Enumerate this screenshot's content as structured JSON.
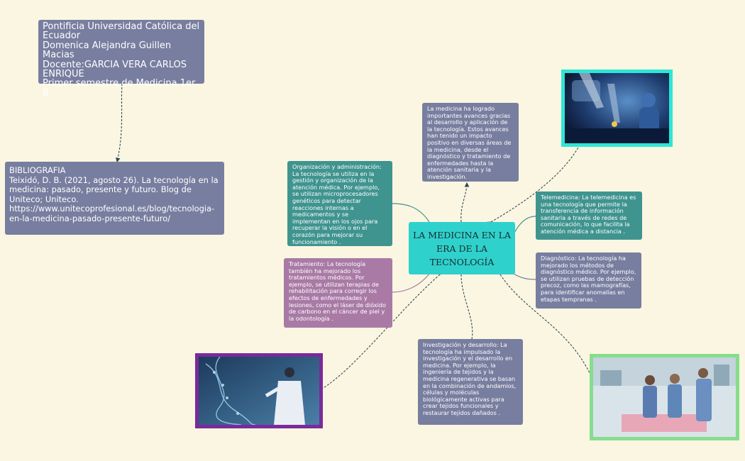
{
  "header": {
    "lines": [
      "Pontificia Universidad Católica del Ecuador",
      "Domenica Alejandra Guillen Macias",
      " Docente:GARCIA VERA CARLOS ENRIQUE",
      "Primer semestre de Medicina 1er B"
    ]
  },
  "bibliography": {
    "title": "BIBLIOGRAFIA",
    "citation": "Teixidó, D. B. (2021, agosto 26). La tecnología en la medicina: pasado, presente y futuro. Blog de Uniteco; Uniteco.",
    "url": "https://www.unitecoprofesional.es/blog/tecnologia-en-la-medicina-pasado-presente-futuro/"
  },
  "center": {
    "title": "LA MEDICINA EN LA ERA DE LA TECNOLOGÍA"
  },
  "nodes": {
    "intro": "La medicina ha logrado importantes avances gracias al desarrollo y aplicación de la tecnología. Estos avances han tenido un impacto positivo en diversas áreas de la medicina, desde el diagnóstico y tratamiento de enfermedades hasta la atención sanitaria y la investigación.",
    "organization": "Organización y administración: La tecnología se utiliza en la gestión y organización de la atención médica. Por ejemplo, se utilizan microprocesadores genéticos para detectar reacciones internas a medicamentos y se implementan en los ojos para recuperar la visión o en el corazón para mejorar su funcionamiento .",
    "telemedicine": "Telemedicina: La telemedicina es una tecnología que permite la transferencia de información sanitaria a través de redes de comunicación, lo que facilita la atención médica a distancia .",
    "diagnosis": "Diagnóstico: La tecnología ha mejorado los métodos de diagnóstico médico. Por ejemplo, se utilizan pruebas de detección precoz, como las mamografías, para identificar anomalías en etapas tempranas .",
    "treatment": "Tratamiento: La tecnología también ha mejorado los tratamientos médicos. Por ejemplo, se utilizan terapias de rehabilitación para corregir los efectos de enfermedades y lesiones, como el láser de dióxido de carbono en el cáncer de piel y la odontología .",
    "research": "Investigación y desarrollo: La tecnología ha impulsado la investigación y el desarrollo en medicina. Por ejemplo, la ingeniería de tejidos y la medicina regenerativa se basan en la combinación de andamios, células y moléculas biológicamente activas para crear tejidos funcionales y restaurar tejidos dañados ."
  },
  "colors": {
    "background": "#fbf6e1",
    "slate": "#787e9f",
    "teal": "#40948f",
    "mauve": "#a97aa6",
    "center": "#2fd1cd",
    "frame_cyan": "#2ee6d6",
    "frame_purple": "#7a2a9a",
    "frame_green": "#86dd8c"
  }
}
